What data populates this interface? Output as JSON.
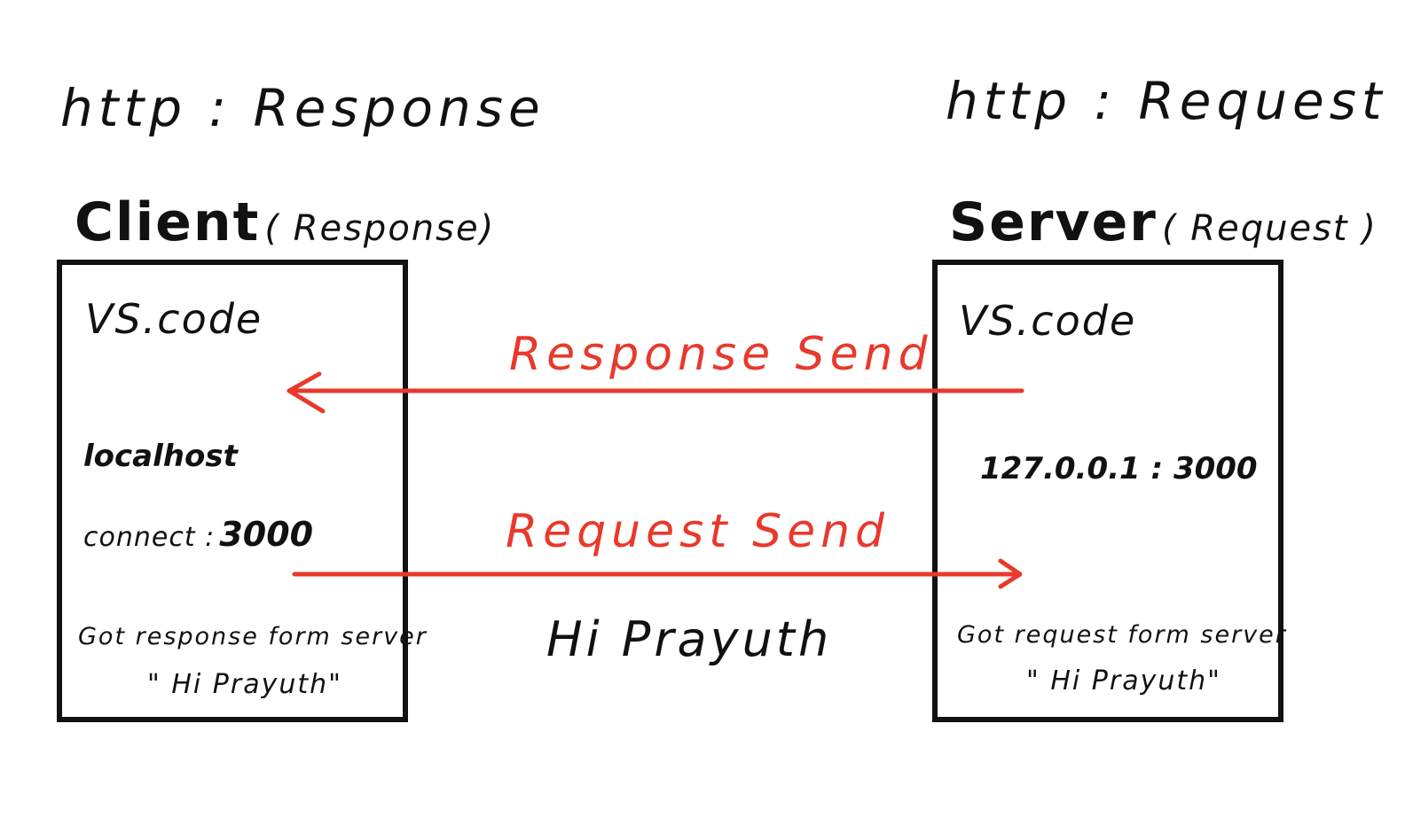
{
  "headings": {
    "left": "http : Response",
    "right": "http : Request"
  },
  "client": {
    "title": "Client",
    "subtitle": "( Response)",
    "tool": "VS.code",
    "host": "localhost",
    "connect_label": "connect :",
    "port": "3000",
    "message": "Got response form server",
    "quote": "\" Hi Prayuth\""
  },
  "server": {
    "title": "Server",
    "subtitle": "( Request )",
    "tool": "VS.code",
    "address": "127.0.0.1 : 3000",
    "message": "Got request form server",
    "quote": "\" Hi Prayuth\""
  },
  "flows": {
    "response_label": "Response Send",
    "request_label": "Request Send",
    "payload": "Hi Prayuth"
  },
  "colors": {
    "arrow": "#e8392b",
    "ink": "#111111",
    "background": "#ffffff"
  }
}
